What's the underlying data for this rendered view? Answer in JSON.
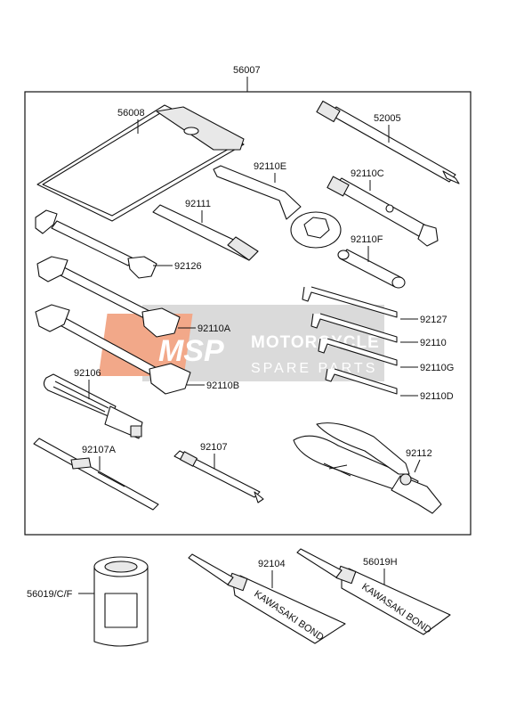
{
  "kit": {
    "label": "56007"
  },
  "parts": {
    "tool_bag": "56008",
    "spark_wrench": "52005",
    "box_wrench": "92110E",
    "extension_bar": "92111",
    "socket_wrench_c": "92110C",
    "wrench_small": "92126",
    "socket_f": "92110F",
    "wrench_a": "92110A",
    "wrench_b": "92110B",
    "hex_92127": "92127",
    "hex_92110": "92110",
    "hex_92110g": "92110G",
    "hex_92110d": "92110D",
    "screwdriver_handle": "92106",
    "bit_a": "92107A",
    "bit": "92107",
    "pliers": "92112",
    "grease_can": "56019/C/F",
    "bond_tube_1": "92104",
    "bond_tube_2": "56019H",
    "tube_print": "KAWASAKI BOND"
  },
  "watermark": {
    "logo": "MSP",
    "line1": "MOTORCYCLE",
    "line2": "SPARE PARTS",
    "accent": "#e8622a"
  }
}
